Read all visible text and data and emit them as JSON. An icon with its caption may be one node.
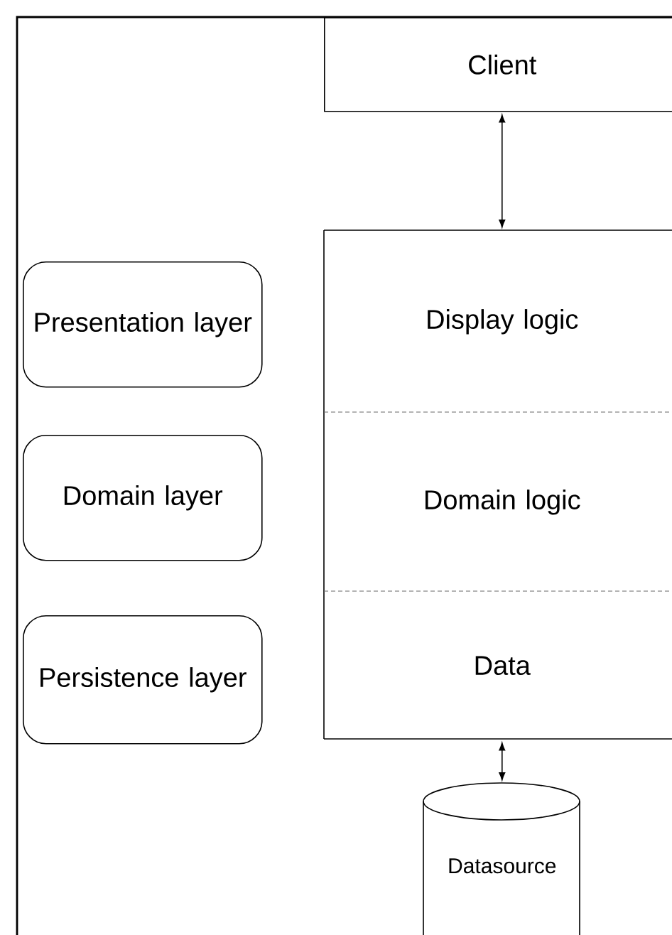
{
  "diagram": {
    "nodes": [
      {
        "text": [
          "Client"
        ]
      },
      {
        "text": [
          "Presentation layer"
        ]
      },
      {
        "text": [
          "Display logic"
        ]
      },
      {
        "text": [
          "Domain layer"
        ]
      },
      {
        "text": [
          "Domain logic"
        ]
      },
      {
        "text": [
          "Persistence layer"
        ]
      },
      {
        "text": [
          "Data"
        ]
      },
      {
        "text": [
          "Datasource"
        ]
      }
    ],
    "edges": [
      {
        "from": 0,
        "to": 2,
        "arrow": "both"
      },
      {
        "from": 6,
        "to": 7,
        "arrow": "both"
      }
    ]
  }
}
